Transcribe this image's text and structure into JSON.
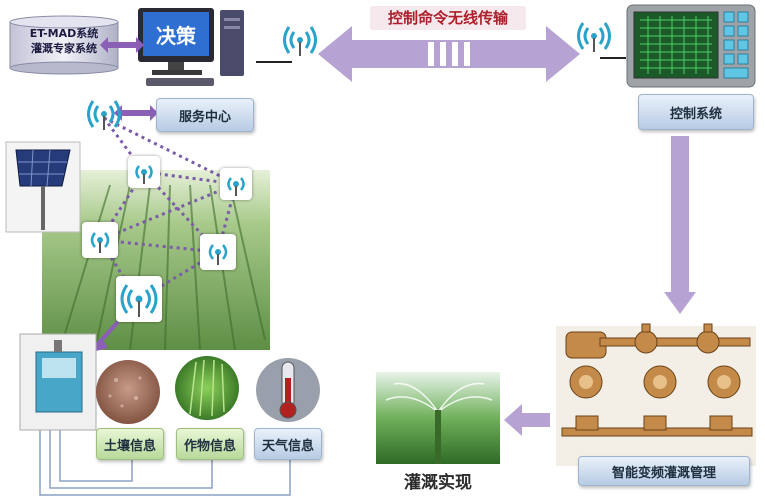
{
  "expert_system": {
    "line1": "ET-MAD系统",
    "line2": "灌溉专家系统"
  },
  "decision_label": "决策",
  "wireless_banner": "控制命令无线传输",
  "control_system_label": "控制系统",
  "service_center_label": "服务中心",
  "info_labels": {
    "soil": "土壤信息",
    "crop": "作物信息",
    "weather": "天气信息"
  },
  "irrigation_result_label": "灌溉实现",
  "smart_management_label": "智能变频灌溉管理",
  "colors": {
    "arrow": "#b7a3d3",
    "blue_box": "#c9d8ec",
    "green_box": "#c6e2a9",
    "signal": "#29a3c9"
  }
}
